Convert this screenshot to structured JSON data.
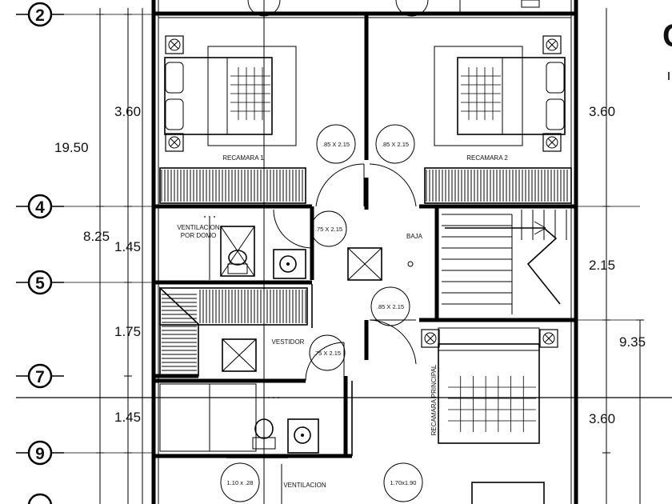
{
  "title_fragment": "C",
  "axes": [
    {
      "label": "2"
    },
    {
      "label": "4"
    },
    {
      "label": "5"
    },
    {
      "label": "7"
    },
    {
      "label": "9"
    }
  ],
  "dimensions": {
    "left_total": "19.50",
    "left_sub": "8.25",
    "left_rec1": "3.60",
    "left_vent": "1.45",
    "left_vest": "1.75",
    "left_bath": "1.45",
    "right_rec2": "3.60",
    "right_stair": "2.15",
    "right_total": "9.35",
    "right_principal": "3.60"
  },
  "rooms": {
    "recamara1": "RECAMARA 1",
    "recamara2": "RECAMARA 2",
    "ventilacion_domo_1": "VENTILACION",
    "ventilacion_domo_2": "POR DOMO",
    "baja": "BAJA",
    "vestidor": "VESTIDOR",
    "principal": "RECAMARA PRINCIPAL",
    "ventilacion_bottom": "VENTILACION"
  },
  "door_tags": {
    "d1": ".85 X 2.15",
    "d2": ".85 X 2.15",
    "d3": ".75 X 2.15",
    "d4": ".85 X 2.15",
    "d5": ".75 X 2.15",
    "d6": "1.10 x .28",
    "d7": "1.70x1.90"
  }
}
